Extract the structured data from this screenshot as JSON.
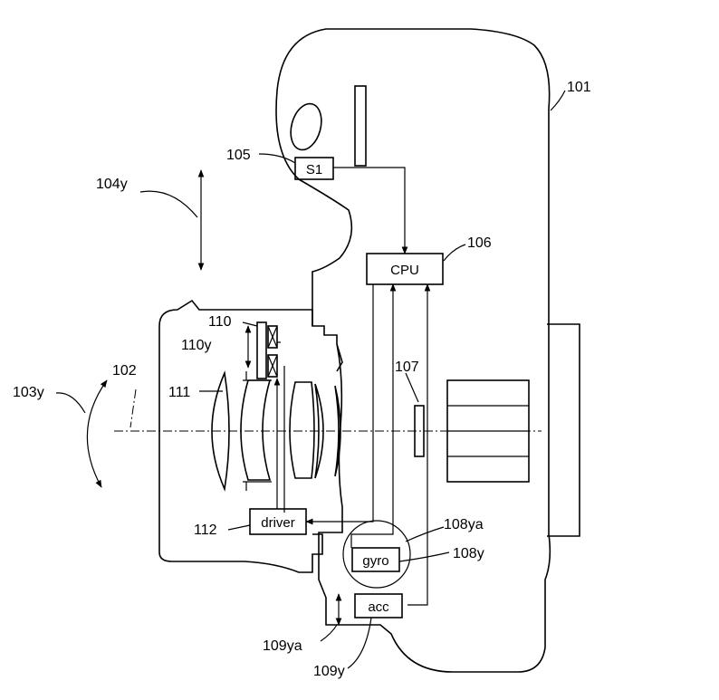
{
  "labels": {
    "camera_body": "101",
    "optical_axis": "102",
    "roll_axis": "103y",
    "shake_direction": "104y",
    "release_switch": "105",
    "cpu": "106",
    "image_sensor": "107",
    "gyro_unit": "108y",
    "gyro_arrow": "108ya",
    "acc_unit": "109y",
    "acc_arrow": "109ya",
    "correction_actuator": "110",
    "correction_direction": "110y",
    "correction_lens": "111",
    "driver": "112"
  },
  "blocks": {
    "s1": "S1",
    "cpu": "CPU",
    "driver": "driver",
    "gyro": "gyro",
    "acc": "acc"
  }
}
